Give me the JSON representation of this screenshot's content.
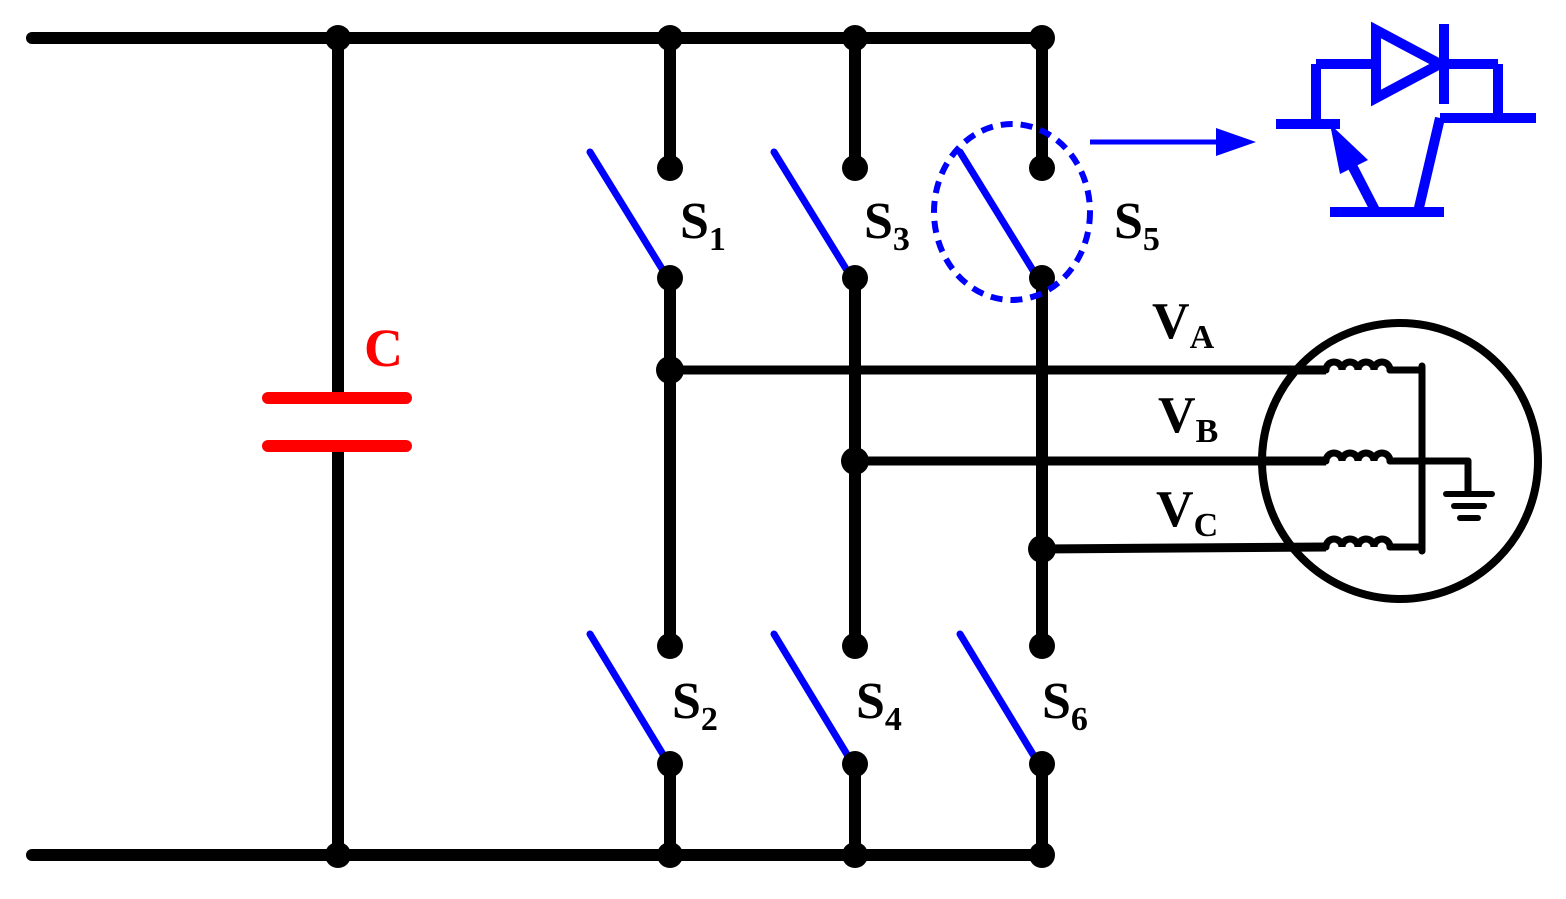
{
  "diagram": {
    "capacitor": {
      "label": "C"
    },
    "switches": [
      {
        "id": "s1",
        "base": "S",
        "sub": "1"
      },
      {
        "id": "s2",
        "base": "S",
        "sub": "2"
      },
      {
        "id": "s3",
        "base": "S",
        "sub": "3"
      },
      {
        "id": "s4",
        "base": "S",
        "sub": "4"
      },
      {
        "id": "s5",
        "base": "S",
        "sub": "5"
      },
      {
        "id": "s6",
        "base": "S",
        "sub": "6"
      }
    ],
    "phases": [
      {
        "id": "va",
        "base": "V",
        "sub": "A"
      },
      {
        "id": "vb",
        "base": "V",
        "sub": "B"
      },
      {
        "id": "vc",
        "base": "V",
        "sub": "C"
      }
    ],
    "colors": {
      "wire": "#000000",
      "switch": "#0000ff",
      "capacitor": "#ff0000",
      "capacitor_label": "#ff0000",
      "igbt": "#0000ff"
    },
    "icons": {
      "igbt_detail": "igbt-with-antiparallel-diode-icon",
      "ground": "ground-icon",
      "motor": "three-phase-motor-icon"
    }
  }
}
